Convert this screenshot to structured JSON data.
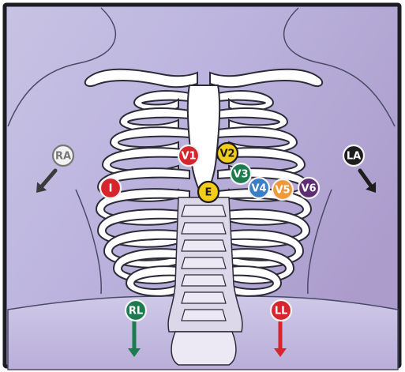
{
  "diagram": {
    "colors": {
      "background_left": "#c8c3e4",
      "background_right": "#ab9ccc",
      "bone": "#ffffff",
      "bone_outline": "#2c2c38",
      "frame": "#1d1d24"
    },
    "electrodes": [
      {
        "key": "ra",
        "label": "RA",
        "fill": "#f2f2f2",
        "text_color": "#777777",
        "ring": "#777777"
      },
      {
        "key": "la",
        "label": "LA",
        "fill": "#1d1d1d",
        "text_color": "#ffffff",
        "ring": "#f2f2f2"
      },
      {
        "key": "i",
        "label": "I",
        "fill": "#d6252c",
        "text_color": "#ffffff",
        "ring": "#f2f2f2"
      },
      {
        "key": "v1",
        "label": "V1",
        "fill": "#d6252c",
        "text_color": "#ffffff",
        "ring": "#f2f2f2"
      },
      {
        "key": "v2",
        "label": "V2",
        "fill": "#f2cd1a",
        "text_color": "#1c1c1c",
        "ring": "#1c1c1c"
      },
      {
        "key": "v3",
        "label": "V3",
        "fill": "#1e7a4f",
        "text_color": "#ffffff",
        "ring": "#f2f2f2"
      },
      {
        "key": "v4",
        "label": "V4",
        "fill": "#3a7fc4",
        "text_color": "#ffffff",
        "ring": "#f2f2f2"
      },
      {
        "key": "v5",
        "label": "V5",
        "fill": "#ee9a3b",
        "text_color": "#ffffff",
        "ring": "#f2f2f2"
      },
      {
        "key": "v6",
        "label": "V6",
        "fill": "#5e2d72",
        "text_color": "#ffffff",
        "ring": "#f2f2f2"
      },
      {
        "key": "e",
        "label": "E",
        "fill": "#f2cd1a",
        "text_color": "#1c1c1c",
        "ring": "#1c1c1c"
      },
      {
        "key": "rl",
        "label": "RL",
        "fill": "#1e7a4f",
        "text_color": "#ffffff",
        "ring": "#f2f2f2"
      },
      {
        "key": "ll",
        "label": "LL",
        "fill": "#d6252c",
        "text_color": "#ffffff",
        "ring": "#f2f2f2"
      }
    ],
    "arrows": [
      {
        "key": "ra",
        "color": "#3b3b3b",
        "icon": "arrow-down-left-icon"
      },
      {
        "key": "la",
        "color": "#1d1d1d",
        "icon": "arrow-down-right-icon"
      },
      {
        "key": "rl",
        "color": "#1e7a4f",
        "icon": "arrow-down-icon"
      },
      {
        "key": "ll",
        "color": "#d6252c",
        "icon": "arrow-down-icon"
      }
    ]
  }
}
